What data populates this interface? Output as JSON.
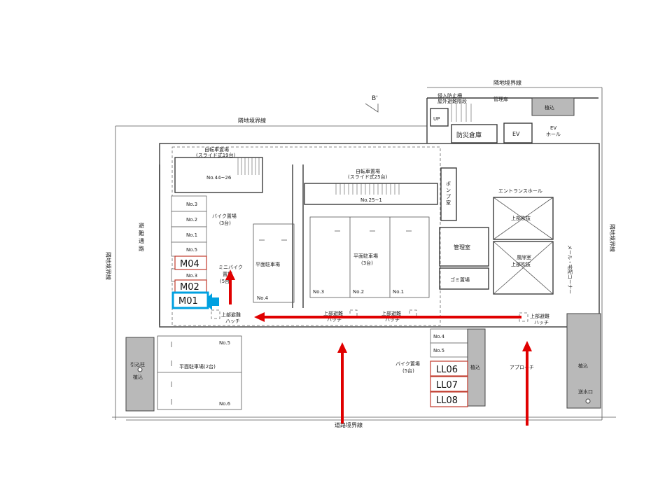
{
  "labels": {
    "neighbor_boundary_top": "隣地境界線",
    "neighbor_boundary_topright": "隣地境界線",
    "neighbor_boundary_right": "隣地境界線",
    "neighbor_boundary_left": "隣地境界線",
    "road_boundary": "道路境界線",
    "section_mark": "B'",
    "intrusion_stairs": "侵入防止柵\n屋外避難階段",
    "management_duct": "管理扉",
    "planting": "植込",
    "up": "UP",
    "disaster_storage": "防災倉庫",
    "ev": "EV",
    "ev_hall": "EV\nホール",
    "bicycle_left": "自転車置場\n(スライド式19台)",
    "bicycle_left_range": "No.44~26",
    "bicycle_center": "自転車置場\n(スライド式25台)",
    "bicycle_center_range": "No.25~1",
    "pump_room": "ポンプ室",
    "entrance_hall": "エントランスホール",
    "upper_void_1": "上部吹抜",
    "windbreak_room": "風除室\n上部吹抜",
    "mail_corner": "メール・宅配コーナー",
    "management_room": "管理室",
    "garbage": "ゴミ置場",
    "evac_path": "避難通路",
    "bike_parking_left": "バイク置場\n(3台)",
    "mini_bike": "ミニバイク\n置場\n(5台)",
    "flat_parking_left": "平面駐車場",
    "flat_parking_center": "平面駐車場\n(3台)",
    "flat_parking_bottom": "平面駐車場(2台)",
    "hatch_left": "上部避難\nハッチ",
    "hatch_mid1": "上部避難\nハッチ",
    "hatch_mid2": "上部避難\nハッチ",
    "hatch_right": "上部避難\nハッチ",
    "bike_parking_bottom": "バイク置場\n(5台)",
    "approach": "アプローチ",
    "planting_bottom1": "植込",
    "planting_bottom2": "植込",
    "water_inlet": "送水口",
    "lead_pole": "引込柱\n植込"
  },
  "slots": {
    "bike_left": [
      "No.3",
      "No.2",
      "No.1"
    ],
    "mini_bike": [
      "No.5",
      "No.3"
    ],
    "parking_left": [
      "No.4"
    ],
    "parking_center": [
      "No.3",
      "No.2",
      "No.1"
    ],
    "parking_bottom": [
      "No.5",
      "No.6"
    ],
    "bike_bottom": [
      "No.4",
      "No.5"
    ]
  },
  "markers": {
    "m04": "M04",
    "m02": "M02",
    "m01": "M01",
    "ll06": "LL06",
    "ll07": "LL07",
    "ll08": "LL08"
  },
  "colors": {
    "highlight": "#00a0e0",
    "arrow": "#e00000",
    "marker_border": "#c0392b"
  }
}
